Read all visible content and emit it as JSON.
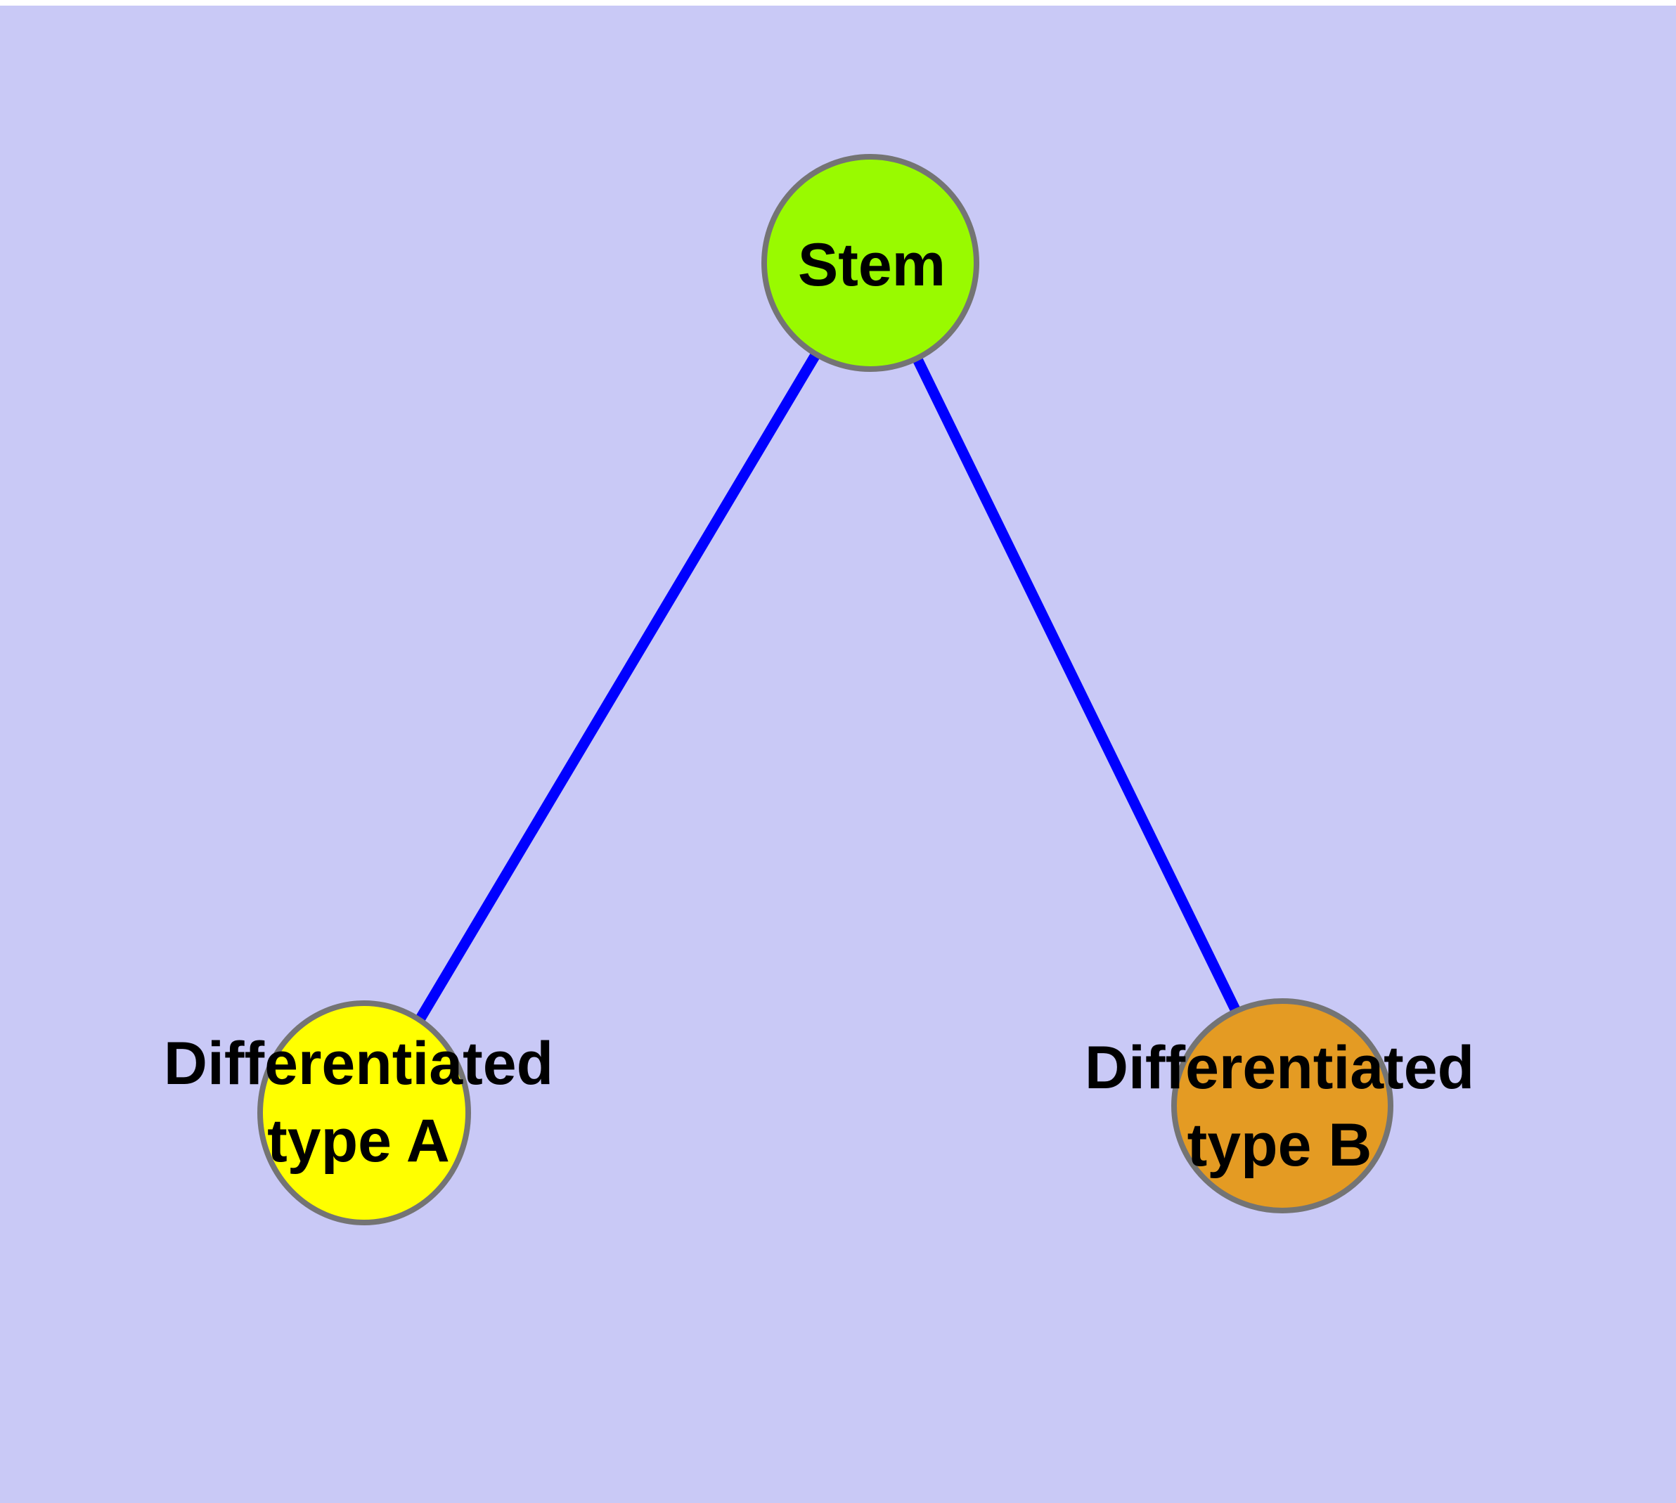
{
  "diagram": {
    "kind": "cell-differentiation-graph",
    "background_color": "#C9C9F6",
    "page_color": "#FFFFFF",
    "edge_color": "#0000FF",
    "node_border_color": "#747474",
    "label_color": "#000000",
    "nodes": {
      "stem": {
        "label": "Stem",
        "fill": "#99FA00"
      },
      "type_a": {
        "label_line1": "Differentiated",
        "label_line2": "type A",
        "fill": "#FFFF00"
      },
      "type_b": {
        "label_line1": "Differentiated",
        "label_line2": "type B",
        "fill": "#E49B23"
      }
    },
    "edges": [
      {
        "from": "Stem",
        "to": "Differentiated type A"
      },
      {
        "from": "Stem",
        "to": "Differentiated type B"
      }
    ]
  }
}
